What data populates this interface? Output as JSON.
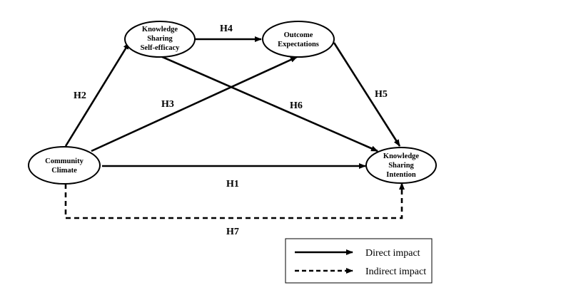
{
  "nodes": {
    "community_climate": {
      "lines": [
        "Community",
        "Climate"
      ]
    },
    "ks_self_efficacy": {
      "lines": [
        "Knowledge",
        "Sharing",
        "Self-efficacy"
      ]
    },
    "outcome_expectations": {
      "lines": [
        "Outcome",
        "Expectations"
      ]
    },
    "ks_intention": {
      "lines": [
        "Knowledge",
        "Sharing",
        "Intention"
      ]
    }
  },
  "hypotheses": {
    "h1": "H1",
    "h2": "H2",
    "h3": "H3",
    "h4": "H4",
    "h5": "H5",
    "h6": "H6",
    "h7": "H7"
  },
  "legend": {
    "direct": "Direct impact",
    "indirect": "Indirect impact"
  },
  "colors": {
    "line": "#000000",
    "background": "#ffffff"
  }
}
